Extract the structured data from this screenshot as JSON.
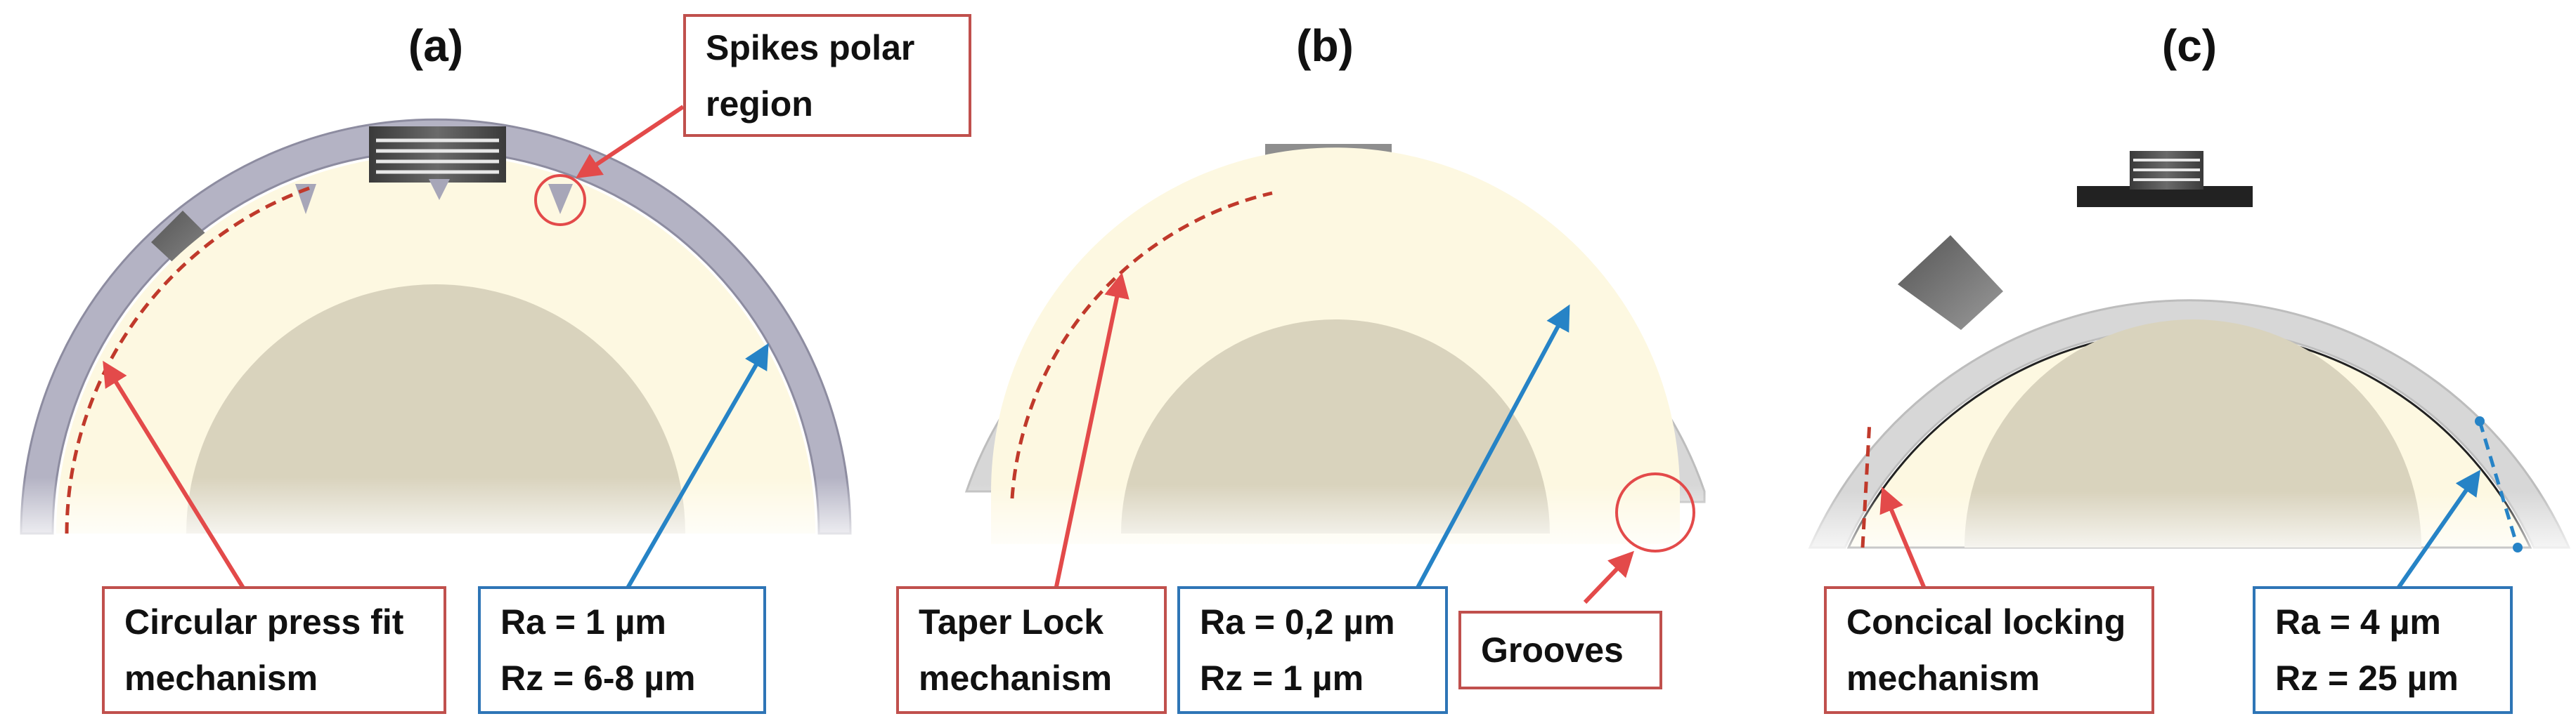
{
  "panels": [
    {
      "label": "(a)",
      "callouts": {
        "spikes": [
          "Spikes polar",
          "region"
        ],
        "mechanism": [
          "Circular press fit",
          "mechanism"
        ],
        "roughness": [
          "Ra = 1 µm",
          "Rz = 6-8 µm"
        ]
      }
    },
    {
      "label": "(b)",
      "callouts": {
        "mechanism": [
          "Taper Lock",
          "mechanism"
        ],
        "roughness": [
          "Ra = 0,2 µm",
          "Rz = 1 µm"
        ],
        "grooves": [
          "Grooves"
        ]
      }
    },
    {
      "label": "(c)",
      "callouts": {
        "mechanism": [
          "Concical locking",
          "mechanism"
        ],
        "roughness": [
          "Ra = 4 µm",
          "Rz = 25 µm"
        ]
      }
    }
  ],
  "colors": {
    "red_callout": "#c0504d",
    "red_arrow": "#e34a4a",
    "blue_callout": "#2e75b6",
    "blue_arrow": "#2683c6",
    "liner": "#fdf8e1",
    "shell_a": "#b4b3c4",
    "shell_bc": "#d7d7d7",
    "head": "#d9d3bd"
  }
}
